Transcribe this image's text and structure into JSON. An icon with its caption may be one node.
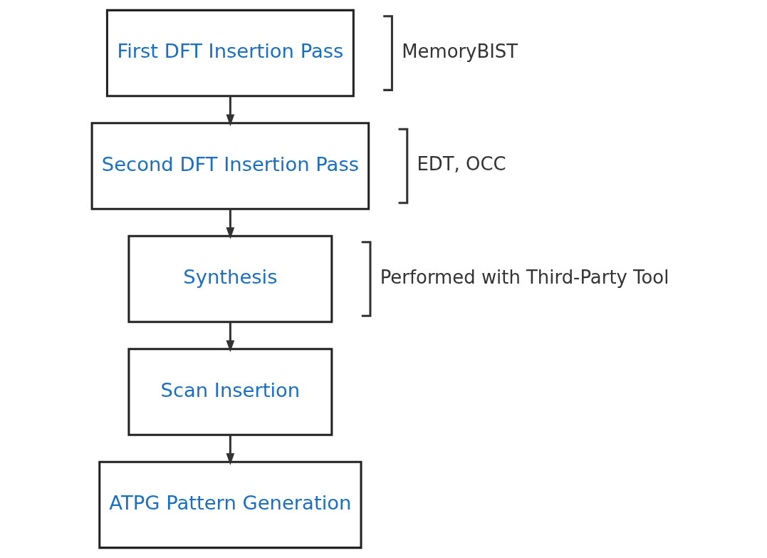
{
  "diagram": {
    "nodes": [
      {
        "text": [
          "First DFT Insertion Pass"
        ],
        "beside": [
          "MemoryBIST"
        ]
      },
      {
        "text": [
          "Second DFT Insertion Pass"
        ],
        "beside": [
          "EDT, OCC"
        ]
      },
      {
        "text": [
          "Synthesis"
        ],
        "beside": [
          "Performed with Third-Party Tool"
        ]
      },
      {
        "text": [
          "Scan Insertion"
        ]
      },
      {
        "text": [
          "ATPG Pattern Generation"
        ]
      }
    ],
    "edges": [
      {
        "from": 0,
        "to": 1,
        "arrow": "to"
      },
      {
        "from": 1,
        "to": 2,
        "arrow": "to"
      },
      {
        "from": 2,
        "to": 3,
        "arrow": "to"
      },
      {
        "from": 3,
        "to": 4,
        "arrow": "to"
      }
    ]
  }
}
